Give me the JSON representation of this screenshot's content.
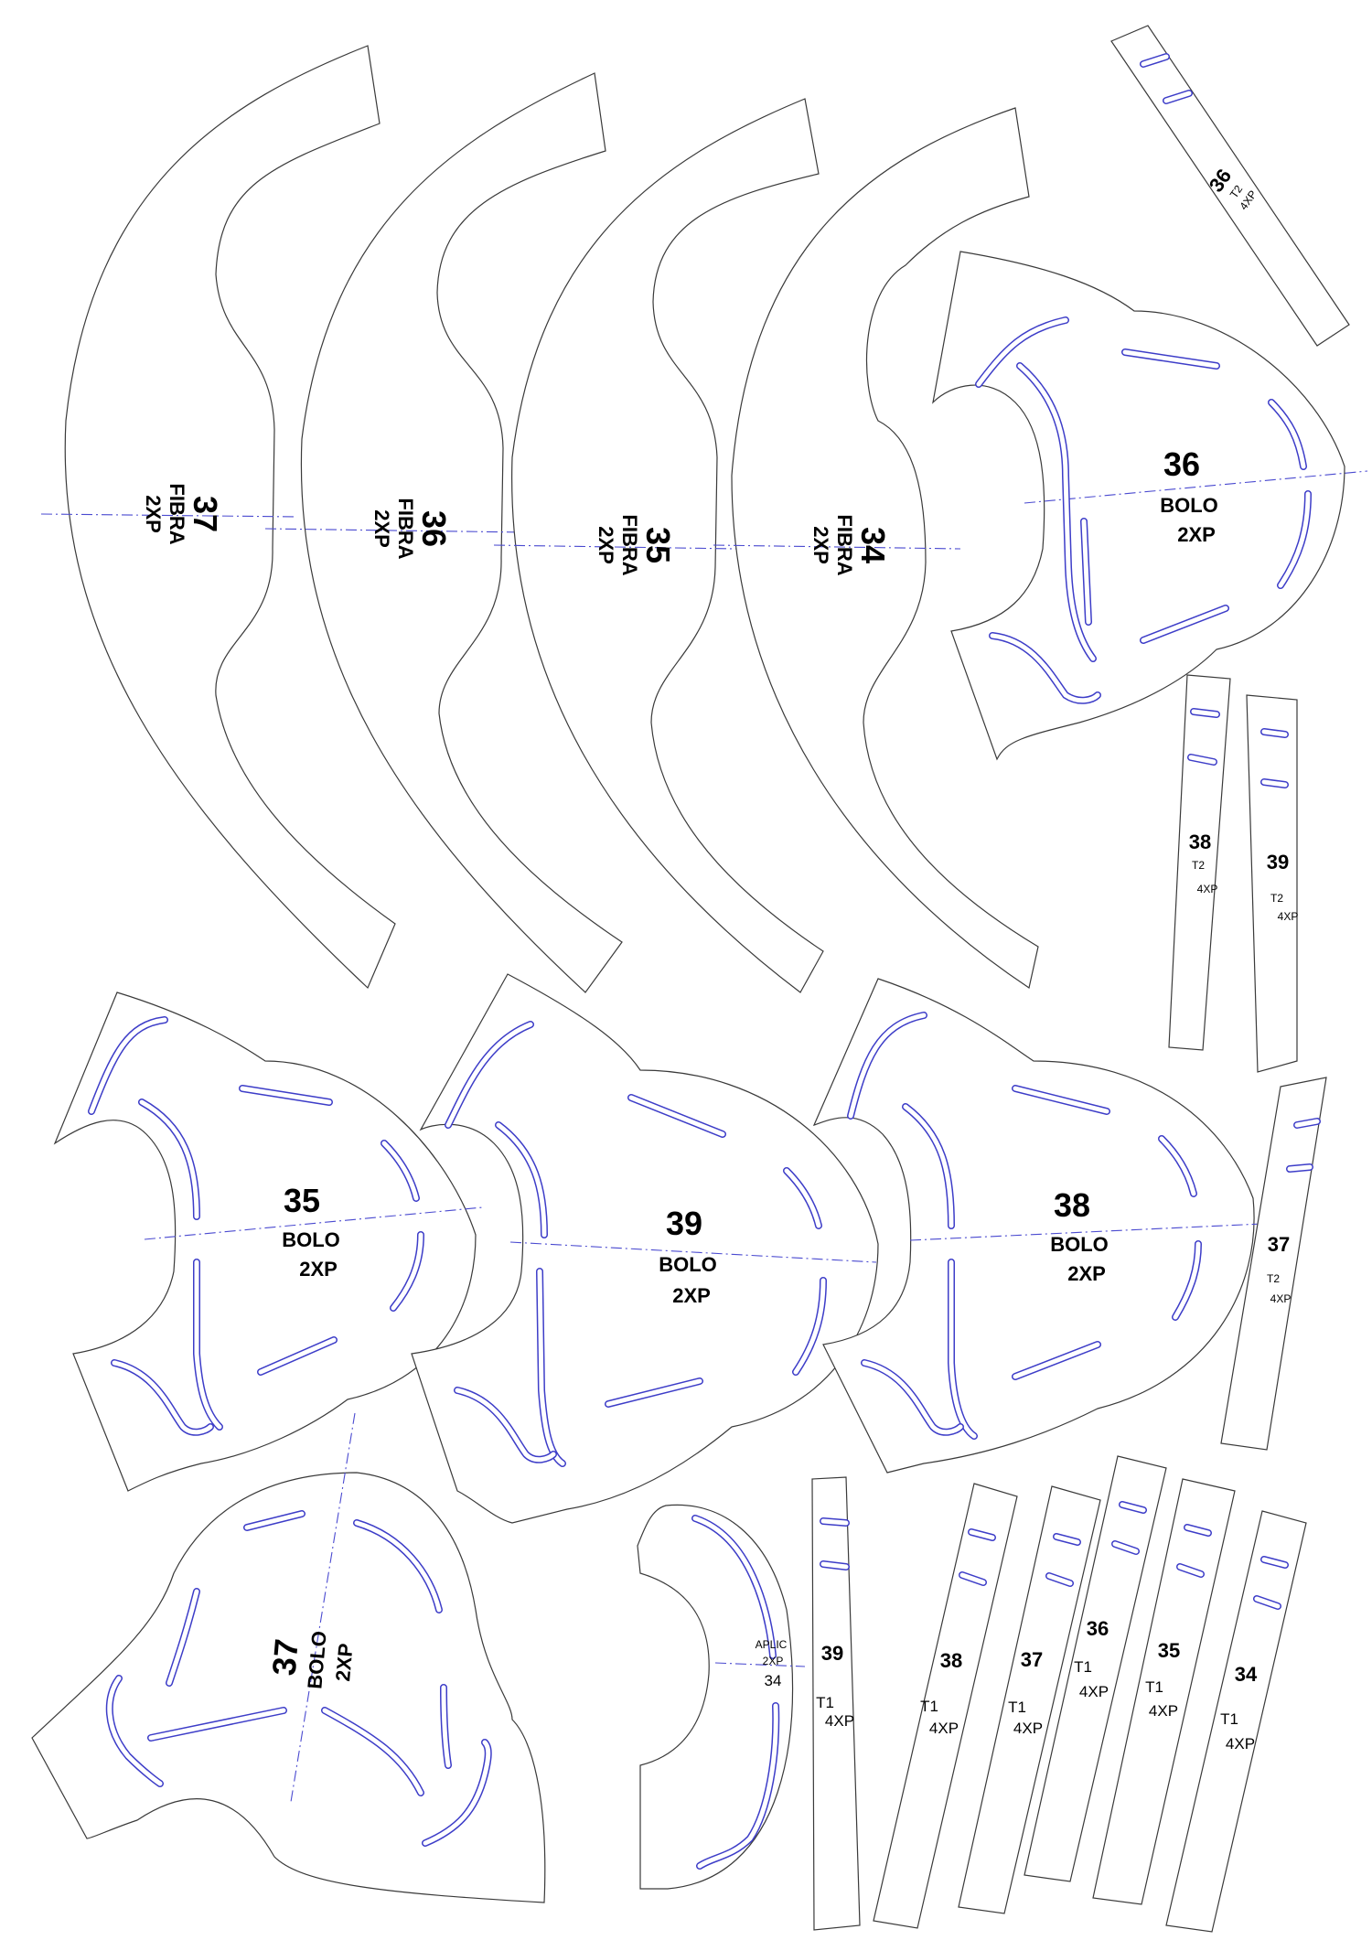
{
  "fibra_pieces": [
    {
      "size": "37",
      "material": "FIBRA",
      "qty": "2XP"
    },
    {
      "size": "36",
      "material": "FIBRA",
      "qty": "2XP"
    },
    {
      "size": "35",
      "material": "FIBRA",
      "qty": "2XP"
    },
    {
      "size": "34",
      "material": "FIBRA",
      "qty": "2XP"
    }
  ],
  "bolo_pieces": [
    {
      "size": "36",
      "material": "BOLO",
      "qty": "2XP"
    },
    {
      "size": "35",
      "material": "BOLO",
      "qty": "2XP"
    },
    {
      "size": "39",
      "material": "BOLO",
      "qty": "2XP"
    },
    {
      "size": "38",
      "material": "BOLO",
      "qty": "2XP"
    },
    {
      "size": "37",
      "material": "BOLO",
      "qty": "2XP"
    }
  ],
  "t2_strips": [
    {
      "size": "36",
      "type": "T2",
      "qty": "4XP"
    },
    {
      "size": "38",
      "type": "T2",
      "qty": "4XP"
    },
    {
      "size": "39",
      "type": "T2",
      "qty": "4XP"
    },
    {
      "size": "37",
      "type": "T2",
      "qty": "4XP"
    }
  ],
  "t1_strips": [
    {
      "size": "39",
      "type": "T1",
      "qty": "4XP"
    },
    {
      "size": "38",
      "type": "T1",
      "qty": "4XP"
    },
    {
      "size": "37",
      "type": "T1",
      "qty": "4XP"
    },
    {
      "size": "36",
      "type": "T1",
      "qty": "4XP"
    },
    {
      "size": "35",
      "type": "T1",
      "qty": "4XP"
    },
    {
      "size": "34",
      "type": "T1",
      "qty": "4XP"
    }
  ],
  "aplic_piece": {
    "name": "APLIC",
    "qty": "2XP",
    "size": "34"
  },
  "colors": {
    "outline": "#3a3a3a",
    "slot": "#3d3dc8",
    "axis": "#4a4ad0"
  }
}
